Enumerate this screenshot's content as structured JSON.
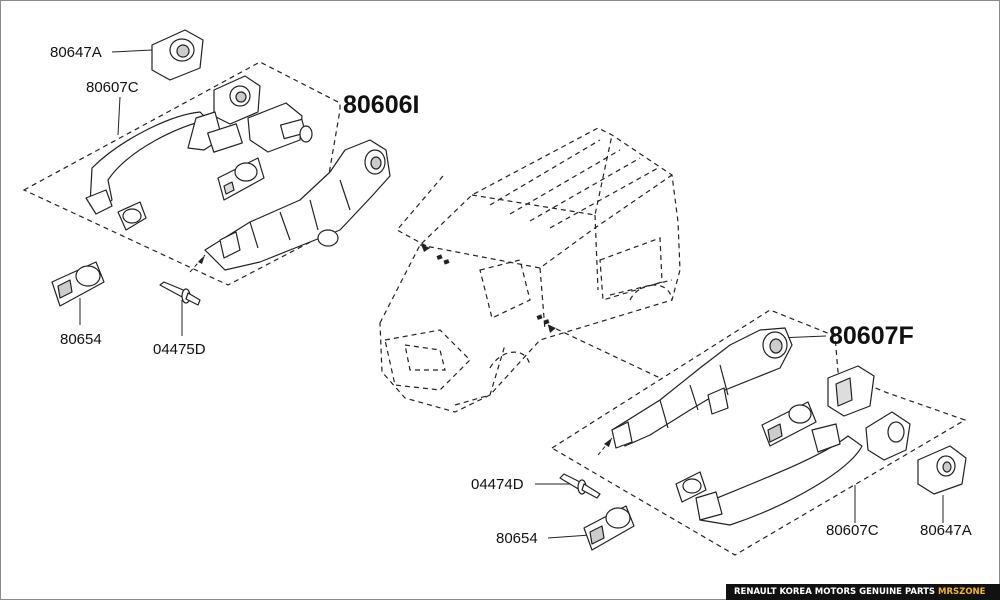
{
  "parts": {
    "upper_latch_cover_left": "80647A",
    "upper_handle_left": "80607C",
    "main_front_assy": "80606I",
    "upper_gasket_left": "80654",
    "upper_rivet": "04475D",
    "main_rear_assy": "80607F",
    "lower_rivet": "04474D",
    "lower_gasket": "80654",
    "lower_handle": "80607C",
    "lower_latch_cover": "80647A"
  },
  "footer": {
    "text": "RENAULT KOREA MOTORS GENUINE PARTS",
    "brand": "MRSZONE",
    "brand_color": "#f2b824"
  }
}
